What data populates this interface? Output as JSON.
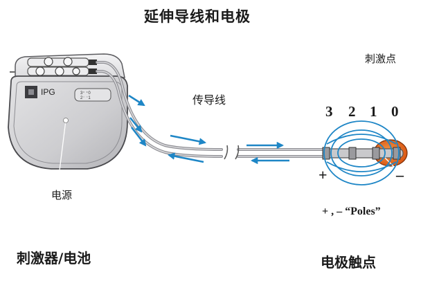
{
  "title": "延伸导线和电极",
  "labels": {
    "stimulation_point": "刺激点",
    "lead_wire": "传导线",
    "power_source": "电源",
    "stimulator_battery": "刺激器/电池",
    "electrode_contacts": "电极触点",
    "ipg": "IPG",
    "poles": "+ , – “Poles”",
    "plus": "+",
    "minus": "–"
  },
  "contact_numbers": [
    "3",
    "2",
    "1",
    "0"
  ],
  "colors": {
    "arrow": "#1e86c6",
    "field_lines": "#1e86c6",
    "stim_ellipse": "#e0621a",
    "device_fill": "#cfcfd1",
    "lead": "#a9a9ad"
  },
  "icons": {
    "ipg_logo": "ipg-square-icon",
    "ipg_port": "connector-port-icon"
  }
}
